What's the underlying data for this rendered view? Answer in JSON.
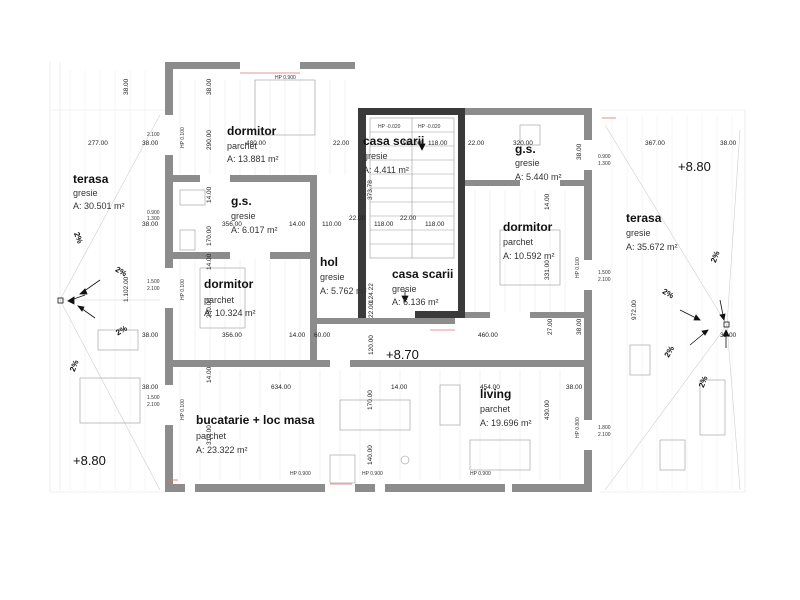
{
  "rooms": {
    "terasa_left": {
      "name": "terasa",
      "finish": "gresie",
      "area": "A: 30.501 m²"
    },
    "dormitor_top": {
      "name": "dormitor",
      "finish": "parchet",
      "area": "A: 13.881 m²"
    },
    "casa_scarii_top": {
      "name": "casa scarii",
      "finish": "gresie",
      "area": "A: 4.411 m²"
    },
    "gs_right": {
      "name": "g.s.",
      "finish": "gresie",
      "area": "A: 5.440 m²"
    },
    "gs_left": {
      "name": "g.s.",
      "finish": "gresie",
      "area": "A: 6.017 m²"
    },
    "hol": {
      "name": "hol",
      "finish": "gresie",
      "area": "A: 5.762 m²"
    },
    "casa_scarii_mid": {
      "name": "casa scarii",
      "finish": "gresie",
      "area": "A: 6.136 m²"
    },
    "dormitor_right": {
      "name": "dormitor",
      "finish": "parchet",
      "area": "A: 10.592 m²"
    },
    "terasa_right": {
      "name": "terasa",
      "finish": "gresie",
      "area": "A: 35.672 m²"
    },
    "dormitor_left": {
      "name": "dormitor",
      "finish": "parchet",
      "area": "A: 10.324 m²"
    },
    "bucatarie": {
      "name": "bucatarie + loc masa",
      "finish": "parchet",
      "area": "A: 23.322 m²"
    },
    "living": {
      "name": "living",
      "finish": "parchet",
      "area": "A: 19.696 m²"
    }
  },
  "levels": {
    "top_right": "+8.80",
    "center": "+8.70",
    "bottom_left": "+8.80"
  },
  "slope_label": "2%",
  "dimensions": {
    "d38": "38.00",
    "d277": "277.00",
    "d480": "480.00",
    "d22": "22.00",
    "d118": "118.00",
    "d320": "320.00",
    "d367": "367.00",
    "d290": "290.00",
    "d14": "14.00",
    "d356": "356.00",
    "d110": "110.00",
    "d170": "170.00",
    "d373": "373.78",
    "d1102": "1.102.00",
    "d972": "972.00",
    "d60": "60.00",
    "d460": "460.00",
    "d27": "27.00",
    "d634": "634.00",
    "d454": "454.00",
    "d310": "310.00",
    "d140": "140.00",
    "d430": "430.00",
    "d331": "331.00",
    "d120": "120.00",
    "d124": "124.22",
    "d230": "230.00"
  },
  "window_marks": {
    "hp900": "HP 0.900",
    "hp020": "HP -0.020",
    "w2100": "2.100",
    "w0900": "0.900",
    "w1500": "1.500",
    "w1300": "1.300",
    "w1800": "1.800",
    "w0100": "HP 0.100",
    "w0800": "HP 0.800"
  }
}
